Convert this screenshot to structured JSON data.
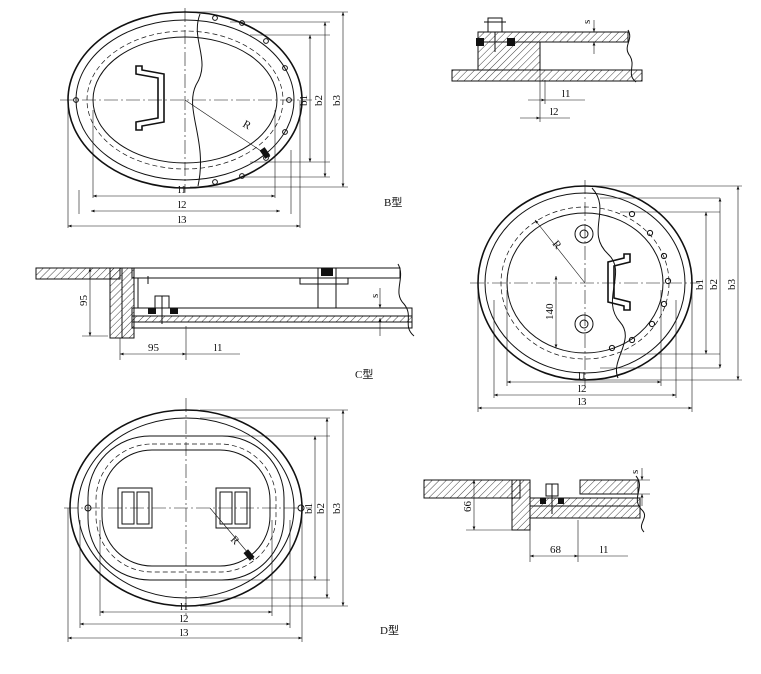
{
  "labels": {
    "view_b": "B型",
    "view_c": "C型",
    "view_d": "D型"
  },
  "dims": {
    "l1": "l1",
    "l2": "l2",
    "l3": "l3",
    "b1": "b1",
    "b2": "b2",
    "b3": "b3",
    "r": "R",
    "s": "s",
    "d95a": "95",
    "d95b": "95",
    "d140": "140",
    "d66": "66",
    "d68": "68"
  }
}
